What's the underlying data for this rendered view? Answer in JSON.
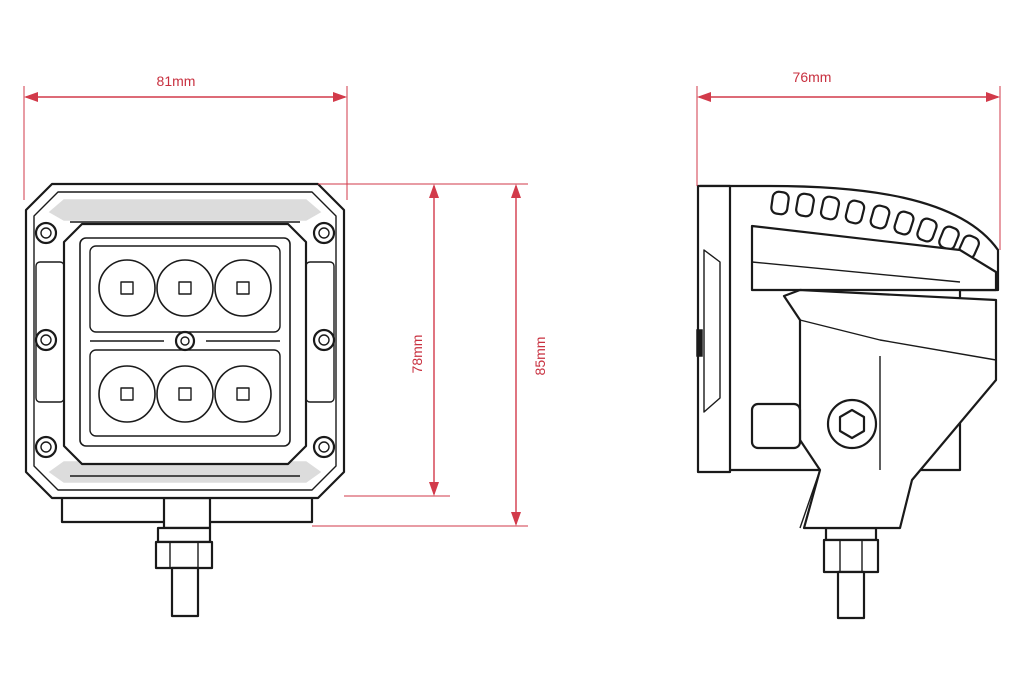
{
  "dimensions": {
    "front_width": "81mm",
    "front_height_inner": "78mm",
    "front_height_total": "85mm",
    "side_depth": "76mm"
  },
  "colors": {
    "dimension": "#d23a4a",
    "outline": "#1a1a1a",
    "background": "#ffffff"
  }
}
